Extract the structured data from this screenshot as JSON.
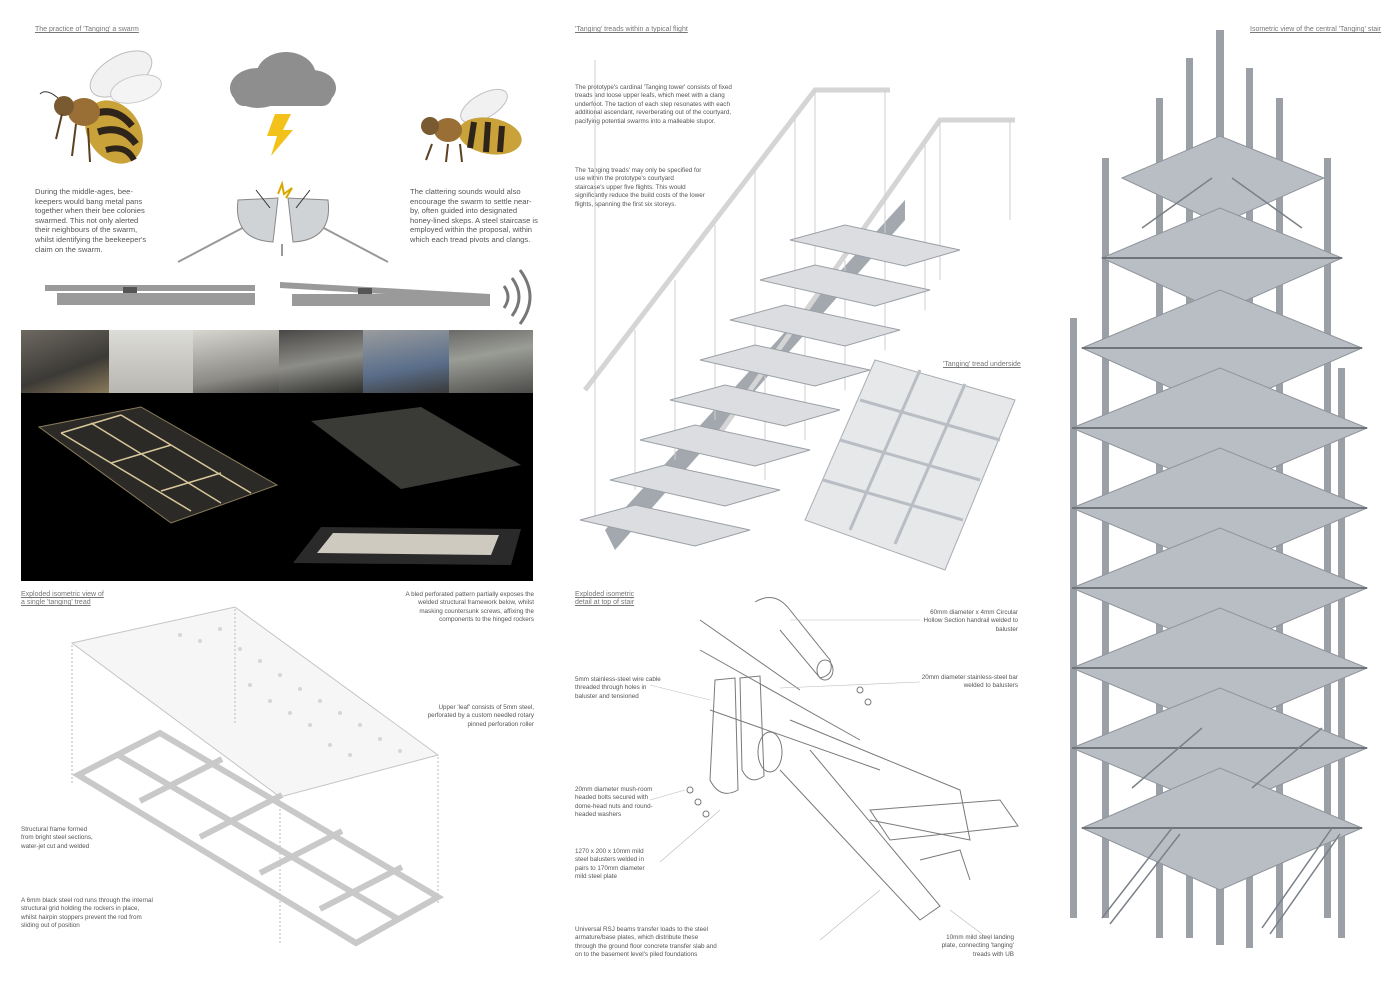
{
  "colors": {
    "bee_body": "#c9a23a",
    "bee_stripe": "#2e241a",
    "cloud": "#8e8e8e",
    "lightning": "#f2c21a",
    "steel": "#b9bec4",
    "steel_dark": "#8e949a",
    "photo_bg": "#000000"
  },
  "swarm": {
    "title": "The practice of 'Tanging' a swarm",
    "left_text": "During the middle-ages, bee-keepers would bang metal pans together when their bee colonies swarmed. This not only alerted their neighbours of the swarm, whilst identifying the beekeeper's claim on the swarm.",
    "right_text": "The clattering sounds would also encourage the swarm to settle near-by, often guided into designated honey-lined skeps. A steel staircase is employed within the proposal, within which each tread pivots and clangs.",
    "icons": [
      "bee-icon",
      "storm-cloud-icon",
      "lightning-icon",
      "clashing-pans-icon",
      "sound-waves-icon"
    ]
  },
  "stair": {
    "title": "'Tanging' treads within a typical flight",
    "text1": "The prototype's cardinal 'Tanging tower' consists of fixed treads and loose upper leafs, which meet with a clang underfoot. The taction of each step resonates with each additional ascendant, reverberating out of the courtyard, pacifying potential swarms into a malleable stupor.",
    "text2": "The 'tanging treads' may only be specified for use within the prototype's courtyard staircase's upper five flights. This would significantly reduce the build costs of the lower flights, spanning the first six storeys.",
    "underside_title": "'Tanging' tread underside"
  },
  "tower": {
    "title": "Isometric view of the central 'Tanging' stair"
  },
  "exploded_tread": {
    "title_line1": "Exploded isometric view of",
    "title_line2": "a single 'tanging' tread",
    "note_top": "A bled perforated pattern partially exposes the welded structural framework below, whilst masking countersunk screws, affixing the components to the hinged rockers",
    "note_leaf": "Upper 'leaf' consists of 5mm steel, perforated by a custom needled rotary pinned perforation roller",
    "note_frame": "Structural frame formed from bright steel sections, water-jet cut and welded",
    "note_rod": "A 6mm black steel rod runs through the internal structural grid holding the rockers in place, whilst hairpin stoppers prevent the rod from sliding out of position"
  },
  "exploded_detail": {
    "title_line1": "Exploded isometric",
    "title_line2": "detail at top of stair",
    "note_handrail": "60mm diameter x 4mm Circular Hollow Section handrail welded to baluster",
    "note_bar": "20mm diameter stainless-steel bar welded to balusters",
    "note_cable": "5mm stainless-steel wire cable threaded through holes in baluster and tensioned",
    "note_bolts": "20mm diameter mush-room headed bolts secured with dome-head nuts and round-headed washers",
    "note_balusters": "1270 x 200 x 10mm mild steel balusters welded in pairs to 170mm diameter mild steel plate",
    "note_rsj": "Universal RSJ beams transfer loads to the steel armature/base plates, which distribute these through the ground floor concrete transfer slab and on to the basement level's piled foundations",
    "note_landing": "10mm mild steel landing plate, connecting 'tanging' treads with UB"
  }
}
